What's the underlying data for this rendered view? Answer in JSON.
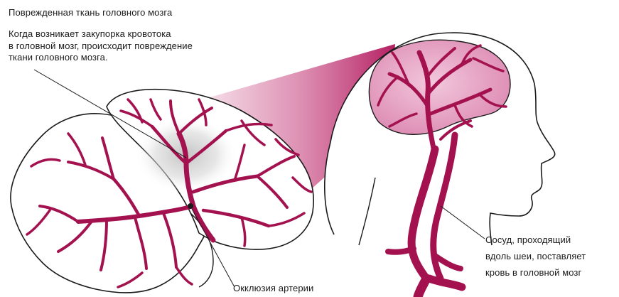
{
  "labels": {
    "title": "Поврежденная ткань головного мозга",
    "description": [
      "Когда возникает закупорка кровотока",
      "в головной мозг, происходит повреждение",
      "ткани головного мозга."
    ],
    "vessel": [
      "Сосуд, проходящий",
      "вдоль шеи, поставляет",
      "кровь в головной мозг"
    ],
    "occlusion": "Окклюзия артерии"
  },
  "colors": {
    "artery": "#a3124f",
    "cone": "#c43a78",
    "brain_fill": "#e8a8c8",
    "damage_shade": "#cfcfcf",
    "outline": "#1a1a1a"
  }
}
